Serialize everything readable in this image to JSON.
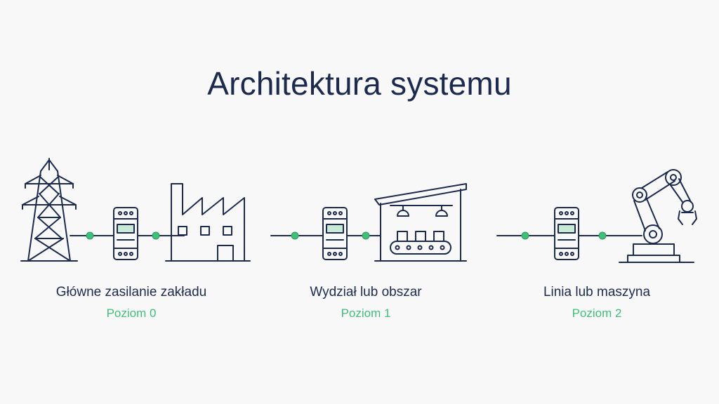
{
  "title": "Architektura systemu",
  "colors": {
    "ink": "#1b2a4e",
    "accent": "#3fbf78",
    "display": "#c9ebd6",
    "background": "#f8f8f9"
  },
  "sections": [
    {
      "name": "Główne zasilanie zakładu",
      "level": "Poziom 0",
      "icons": [
        "power-pylon",
        "energy-meter",
        "factory"
      ]
    },
    {
      "name": "Wydział lub obszar",
      "level": "Poziom 1",
      "icons": [
        "energy-meter",
        "production-hall-conveyor"
      ]
    },
    {
      "name": "Linia lub maszyna",
      "level": "Poziom 2",
      "icons": [
        "energy-meter",
        "robotic-arm"
      ]
    }
  ]
}
